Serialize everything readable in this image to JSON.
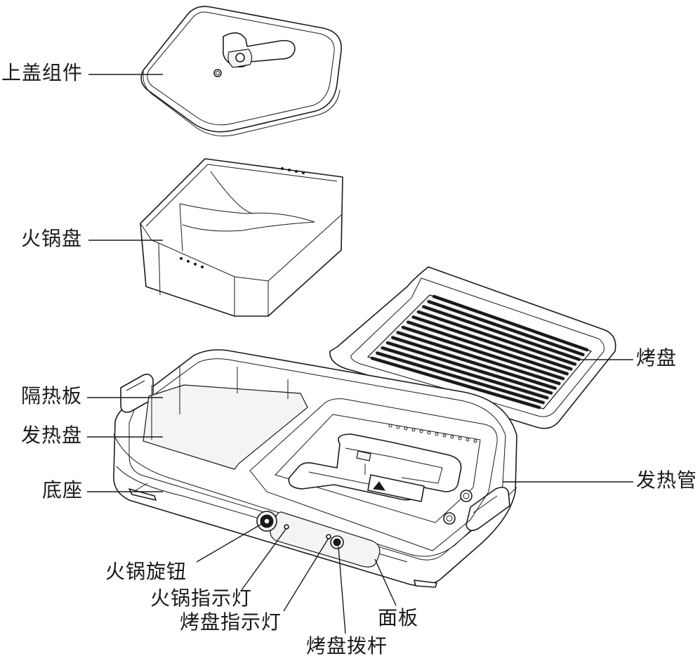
{
  "labels": {
    "lid_assembly": "上盖组件",
    "hotpot_bowl": "火锅盘",
    "heat_shield": "隔热板",
    "heating_plate": "发热盘",
    "base": "底座",
    "grill_plate": "烤盘",
    "heating_tube": "发热管",
    "hotpot_knob": "火锅旋钮",
    "hotpot_indicator": "火锅指示灯",
    "grill_indicator": "烤盘指示灯",
    "panel": "面板",
    "grill_lever": "烤盘拨杆"
  },
  "icons": {
    "warning": "warning-triangle-icon"
  }
}
